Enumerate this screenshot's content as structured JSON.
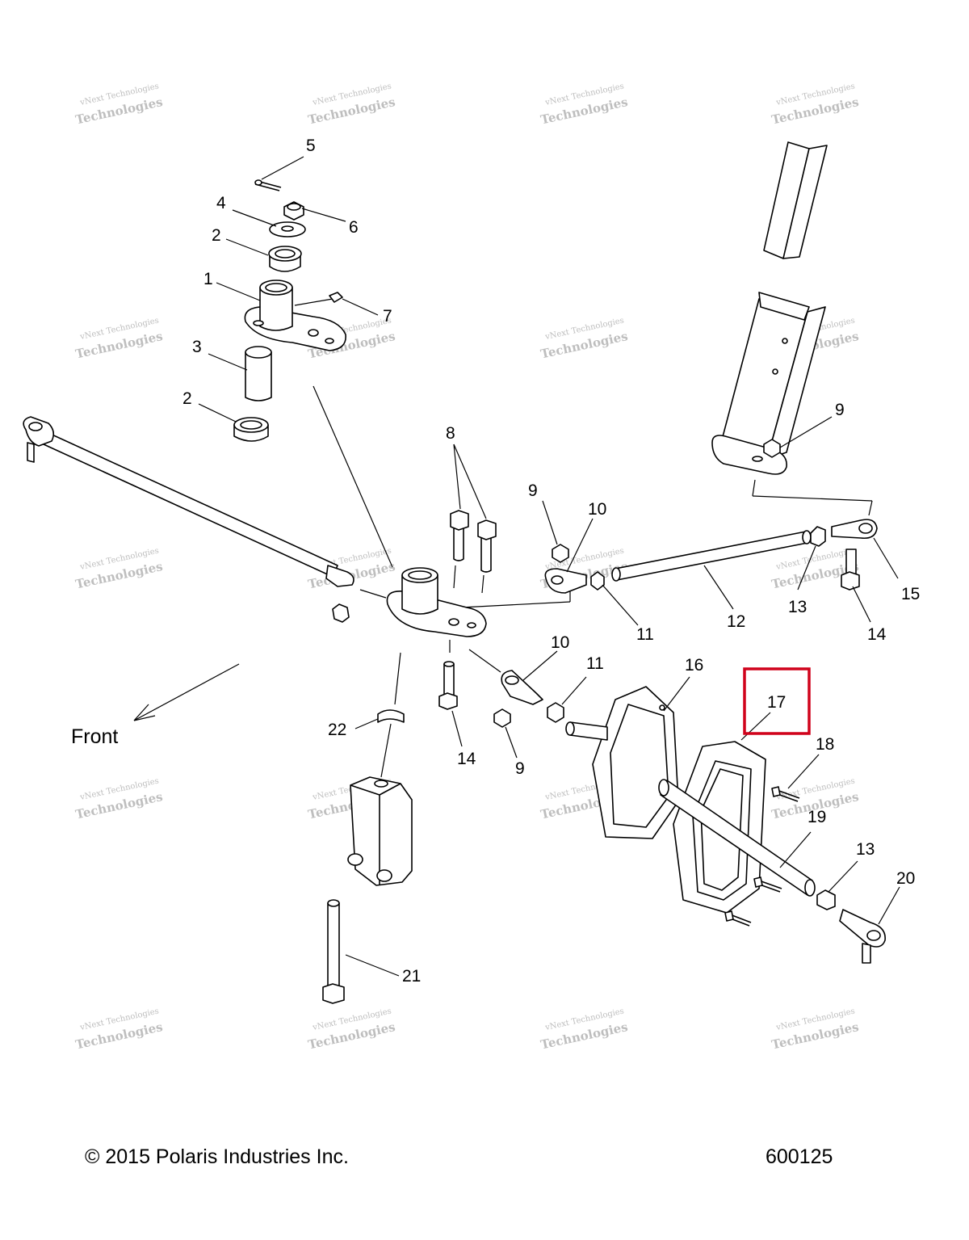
{
  "diagram": {
    "footer": {
      "copyright": "© 2015 Polaris Industries Inc.",
      "drawing_number": "600125"
    },
    "direction_label": "Front",
    "watermark": {
      "line_small": "vNext Technologies",
      "line_big": "Technologies",
      "line_tag": "vNext"
    },
    "highlight": {
      "callout": "17",
      "color": "#d0021b"
    },
    "callouts": {
      "c1": "1",
      "c2a": "2",
      "c2b": "2",
      "c3": "3",
      "c4": "4",
      "c5": "5",
      "c6": "6",
      "c7": "7",
      "c8": "8",
      "c9a": "9",
      "c9b": "9",
      "c9c": "9",
      "c10a": "10",
      "c10b": "10",
      "c11a": "11",
      "c11b": "11",
      "c12": "12",
      "c13a": "13",
      "c13b": "13",
      "c14a": "14",
      "c14b": "14",
      "c15": "15",
      "c16": "16",
      "c17": "17",
      "c18": "18",
      "c19": "19",
      "c20": "20",
      "c21": "21",
      "c22": "22"
    }
  }
}
